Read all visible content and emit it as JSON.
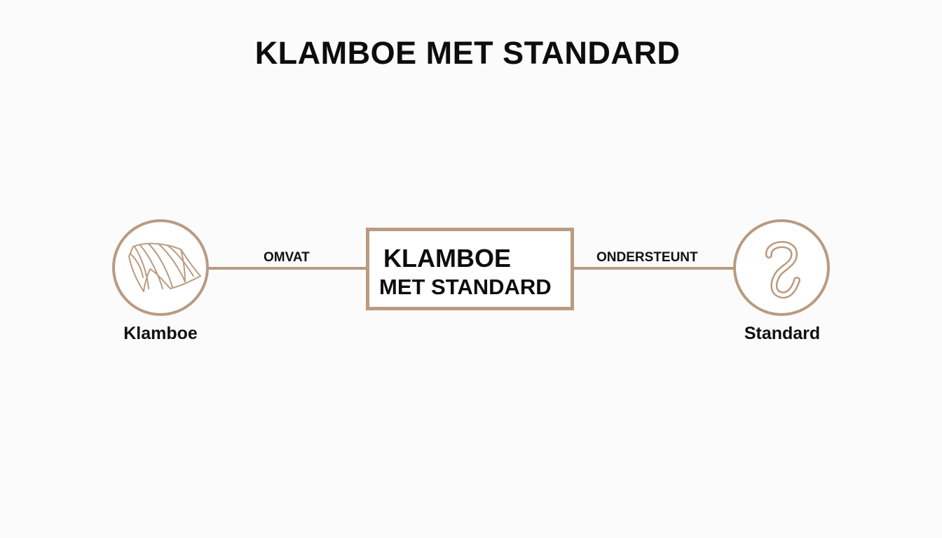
{
  "diagram": {
    "title": "KLAMBOE MET STANDARD",
    "center_node": {
      "line1": "KLAMBOE",
      "line2": "MET STANDARD"
    },
    "left_node": {
      "label": "Klamboe",
      "icon": "fabric-icon"
    },
    "right_node": {
      "label": "Standard",
      "icon": "s-hook-icon"
    },
    "edges": {
      "left_label": "OMVAT",
      "right_label": "ONDERSTEUNT"
    },
    "colors": {
      "accent": "#b99b80",
      "text": "#111111",
      "background": "#fbfbfb"
    }
  }
}
